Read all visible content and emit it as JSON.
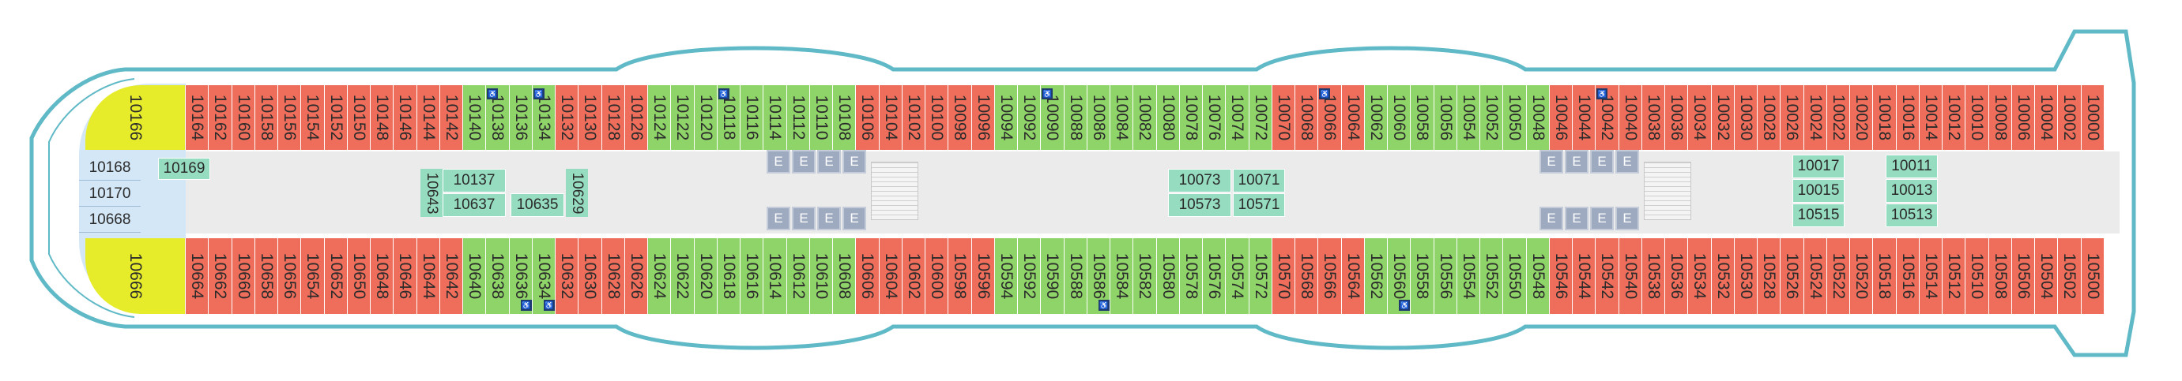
{
  "colors": {
    "standard": "#ee6e5b",
    "balcony": "#8fd468",
    "suite": "#e6ec2a",
    "inside": "#96dcc0",
    "interior": "#d4e7f7",
    "corridor": "#ebebeb",
    "hull": "#5fb9c6",
    "accessible": "#1f3a6e"
  },
  "elevator_label": "E",
  "accessible_icon": "accessible-icon",
  "top_cabins": [
    "10166",
    "10164",
    "10162",
    "10160",
    "10158",
    "10156",
    "10154",
    "10152",
    "10150",
    "10148",
    "10146",
    "10144",
    "10142",
    "10140",
    "10138",
    "10136",
    "10134",
    "10132",
    "10130",
    "10128",
    "10126",
    "10124",
    "10122",
    "10120",
    "10118",
    "10116",
    "10114",
    "10112",
    "10110",
    "10108",
    "10106",
    "10104",
    "10102",
    "10100",
    "10098",
    "10096",
    "10094",
    "10092",
    "10090",
    "10088",
    "10086",
    "10084",
    "10082",
    "10080",
    "10078",
    "10076",
    "10074",
    "10072",
    "10070",
    "10068",
    "10066",
    "10064",
    "10062",
    "10060",
    "10058",
    "10056",
    "10054",
    "10052",
    "10050",
    "10048",
    "10046",
    "10044",
    "10042",
    "10040",
    "10038",
    "10036",
    "10034",
    "10032",
    "10030",
    "10028",
    "10026",
    "10024",
    "10022",
    "10020",
    "10018",
    "10016",
    "10014",
    "10012",
    "10010",
    "10008",
    "10006",
    "10004",
    "10002",
    "10000"
  ],
  "bottom_cabins": [
    "10666",
    "10664",
    "10662",
    "10660",
    "10658",
    "10656",
    "10654",
    "10652",
    "10650",
    "10648",
    "10646",
    "10644",
    "10642",
    "10640",
    "10638",
    "10636",
    "10634",
    "10632",
    "10630",
    "10628",
    "10626",
    "10624",
    "10622",
    "10620",
    "10618",
    "10616",
    "10614",
    "10612",
    "10610",
    "10608",
    "10606",
    "10604",
    "10602",
    "10600",
    "10598",
    "10596",
    "10594",
    "10592",
    "10590",
    "10588",
    "10586",
    "10584",
    "10582",
    "10580",
    "10578",
    "10576",
    "10574",
    "10572",
    "10570",
    "10568",
    "10566",
    "10564",
    "10562",
    "10560",
    "10558",
    "10556",
    "10554",
    "10552",
    "10550",
    "10548",
    "10546",
    "10544",
    "10542",
    "10540",
    "10538",
    "10536",
    "10534",
    "10532",
    "10530",
    "10528",
    "10526",
    "10524",
    "10522",
    "10520",
    "10518",
    "10516",
    "10514",
    "10512",
    "10510",
    "10508",
    "10506",
    "10504",
    "10502",
    "10500"
  ],
  "bow_cabins": [
    "10168",
    "10170",
    "10668"
  ],
  "inside_cabins": [
    "10169",
    "10137",
    "10637",
    "10635",
    "10073",
    "10573",
    "10071",
    "10571",
    "10017",
    "10015",
    "10515",
    "10011",
    "10013",
    "10513"
  ],
  "inside_vertical": [
    "10643",
    "10629"
  ]
}
